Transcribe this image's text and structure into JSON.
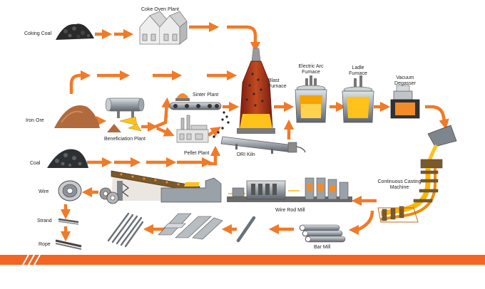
{
  "labels": {
    "coking_coal": "Coking Coal",
    "coke_oven_plant": "Coke Oven Plant",
    "iron_ore": "Iron Ore",
    "beneficiation_plant": "Beneficiation Plant",
    "sinter_plant": "Sinter Plant",
    "pellet_plant": "Pellet  Plant",
    "blast_furnace": "Blast\nFurnace",
    "electric_arc_furnace": "Electric Arc\nFurnace",
    "ladle_furnace": "Ladle\nFurnace",
    "vacuum_degasser": "Vacuum\nDegasser",
    "dri_kiln": "DRI Kiln",
    "coal": "Coal",
    "continuous_casting": "Continuous Casting\nMachine",
    "wire_rod_mill": "Wire Rod Mill",
    "bar_mill": "Bar Mill",
    "wire": "Wire",
    "strand": "Strand",
    "rope": "Rope"
  },
  "colors": {
    "arrow": "#F07A28",
    "bottom_bar": "#F26522",
    "molten": "#FFC21A",
    "furnace_red": "#C0392B",
    "steel": "#8A9199",
    "coal": "#2B2B2B",
    "ore": "#B06A3C"
  }
}
